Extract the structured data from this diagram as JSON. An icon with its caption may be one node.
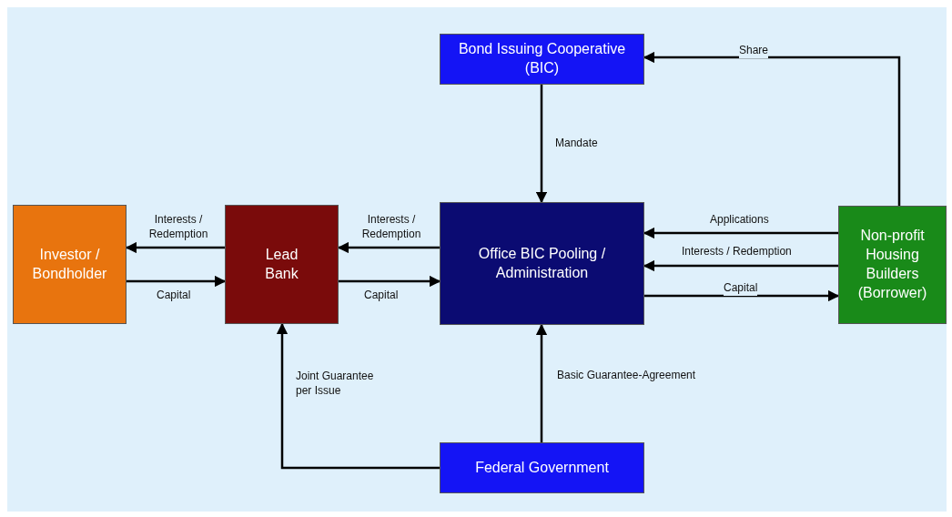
{
  "diagram": {
    "nodes": [
      {
        "text": [
          "Bond Issuing Cooperative (BIC)"
        ]
      },
      {
        "text": [
          "Investor / Bondholder"
        ]
      },
      {
        "text": [
          "Lead Bank"
        ]
      },
      {
        "text": [
          "Office BIC Pooling / Administration"
        ]
      },
      {
        "text": [
          "Non-profit Housing Builders (Borrower)"
        ]
      },
      {
        "text": [
          "Federal Government"
        ]
      }
    ],
    "edges": [
      {
        "from": 4,
        "to": 0,
        "arrow": "to",
        "label": "Share"
      },
      {
        "from": 0,
        "to": 3,
        "arrow": "to",
        "label": "Mandate"
      },
      {
        "from": 2,
        "to": 1,
        "arrow": "to",
        "label": "Interests / Redemption"
      },
      {
        "from": 1,
        "to": 2,
        "arrow": "to",
        "label": "Capital"
      },
      {
        "from": 3,
        "to": 2,
        "arrow": "to",
        "label": "Interests / Redemption"
      },
      {
        "from": 2,
        "to": 3,
        "arrow": "to",
        "label": "Capital"
      },
      {
        "from": 4,
        "to": 3,
        "arrow": "to",
        "label": "Applications"
      },
      {
        "from": 4,
        "to": 3,
        "arrow": "to",
        "label": "Interests / Redemption"
      },
      {
        "from": 3,
        "to": 4,
        "arrow": "to",
        "label": "Capital"
      },
      {
        "from": 5,
        "to": 2,
        "arrow": "to",
        "label": "Joint Guarantee per Issue"
      },
      {
        "from": 5,
        "to": 3,
        "arrow": "to",
        "label": "Basic Guarantee-Agreement"
      }
    ]
  }
}
